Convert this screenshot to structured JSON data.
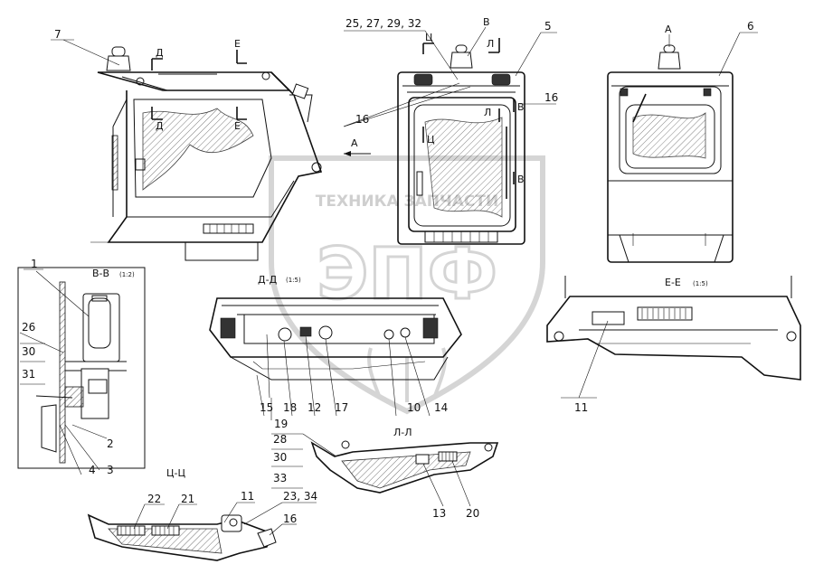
{
  "views": {
    "section_vv": "В-В",
    "scale_vv": "(1:2)",
    "section_dd": "Д-Д",
    "scale_dd": "(1:5)",
    "section_ee": "Е-Е",
    "scale_ee": "(1:5)",
    "section_ll": "Л-Л",
    "section_tsts": "Ц-Ц"
  },
  "cut_marks": {
    "d": "Д",
    "e": "Е",
    "ts": "Ц",
    "l": "Л",
    "v": "В",
    "a": "А"
  },
  "callouts": {
    "c1": "1",
    "c2": "2",
    "c3": "3",
    "c4": "4",
    "c5": "5",
    "c6": "6",
    "c7": "7",
    "c10": "10",
    "c11": "11",
    "c12": "12",
    "c13": "13",
    "c14": "14",
    "c15": "15",
    "c16": "16",
    "c17": "17",
    "c18": "18",
    "c19": "19",
    "c20": "20",
    "c21": "21",
    "c22": "22",
    "c26": "26",
    "c28": "28",
    "c30": "30",
    "c31": "31",
    "c33": "33",
    "c25_32": "25, 27, 29, 32",
    "c23_34": "23, 34"
  },
  "watermark": {
    "text": "ТЕХНИКА ЗАПЧАСТИ",
    "logo": "ЭПФ"
  }
}
